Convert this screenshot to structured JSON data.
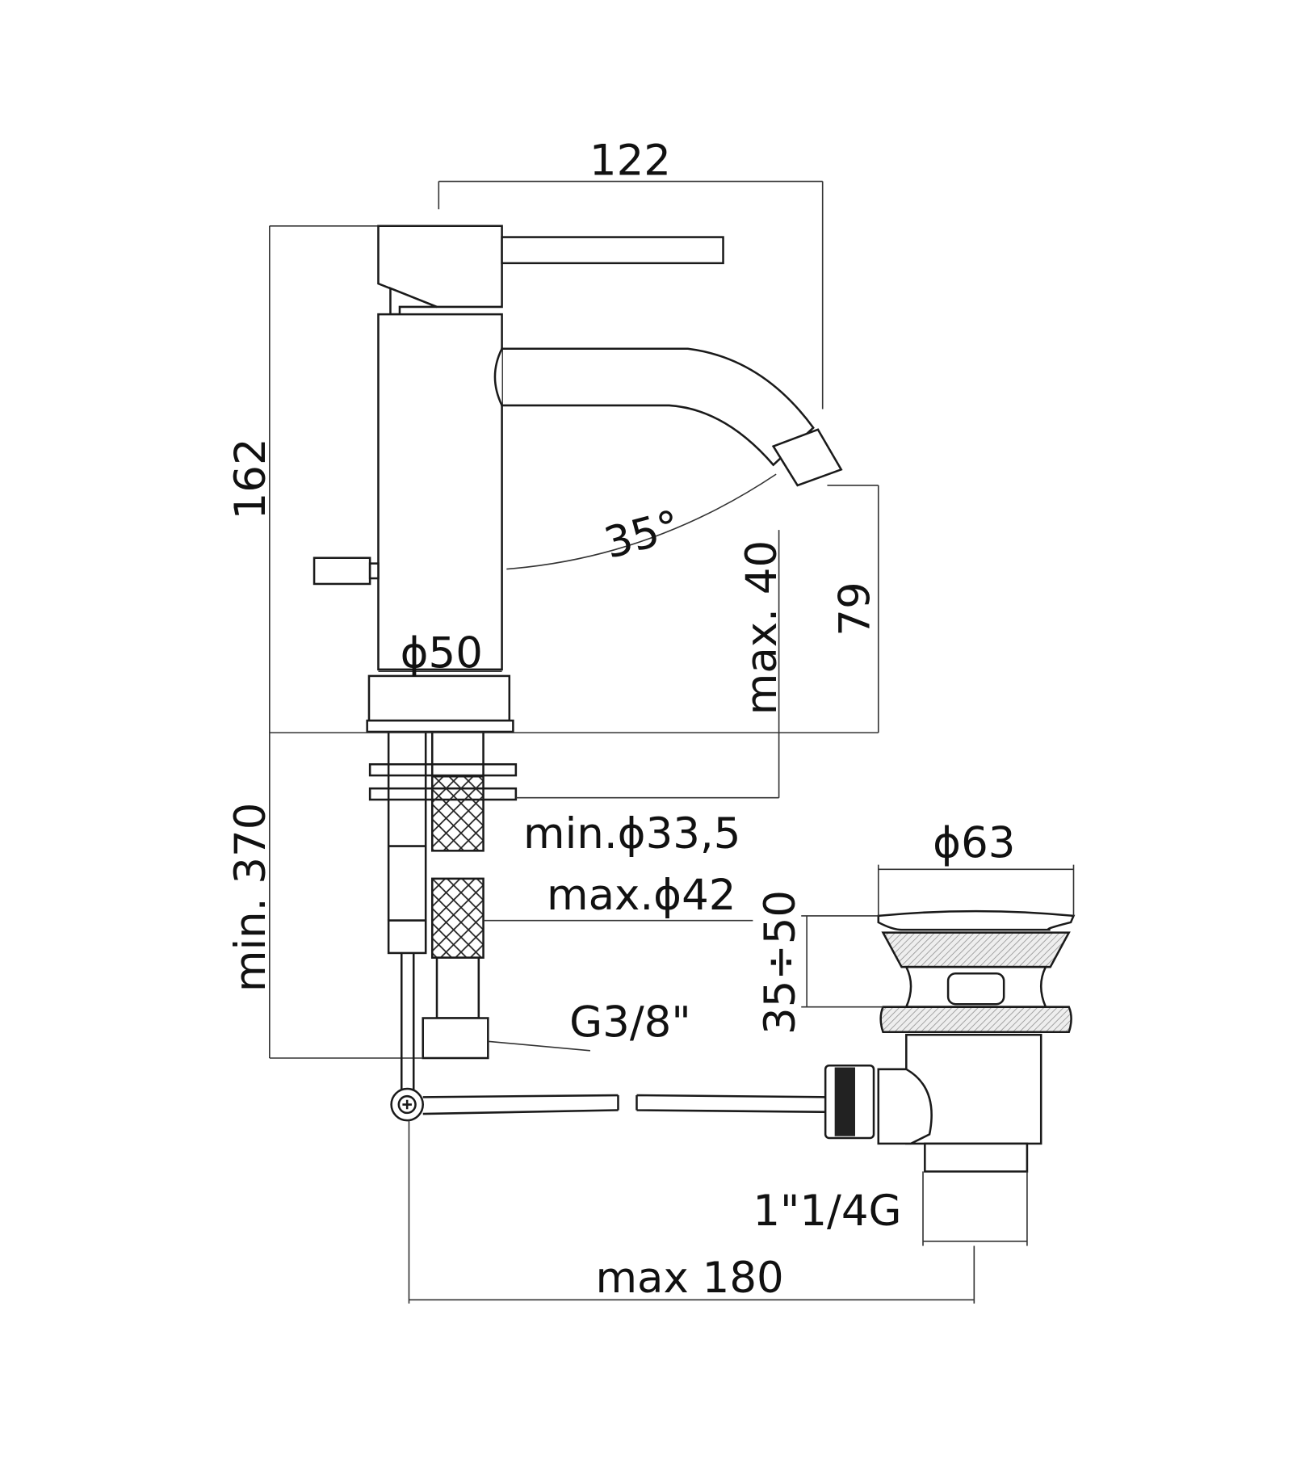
{
  "dimensions": {
    "width_122": "122",
    "height_162": "162",
    "angle": "35°",
    "base_dia": "ϕ50",
    "max_40": "max. 40",
    "height_79": "79",
    "min_370": "min. 370",
    "hole_min": "min.ϕ33,5",
    "hole_max": "max.ϕ42",
    "thread_hose": "G3/8\"",
    "waste_dia": "ϕ63",
    "waste_range": "35÷50",
    "waste_thread": "1\"1/4G",
    "max_180": "max 180"
  },
  "colors": {
    "line": "#1a1a1a",
    "background": "#ffffff"
  }
}
